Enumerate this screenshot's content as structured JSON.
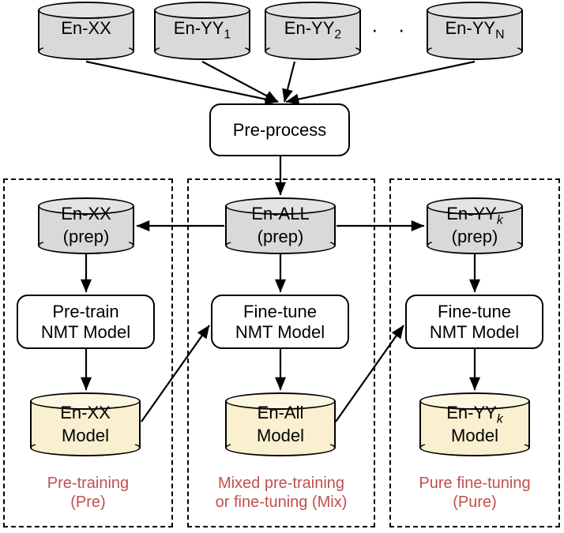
{
  "diagram": {
    "title": "NMT training strategies pipeline",
    "colors": {
      "corpus_fill": "#d9d9d9",
      "model_fill": "#faefcf",
      "caption_red": "#c0504d",
      "stroke": "#000000"
    },
    "sources": [
      {
        "name": "source-en-xx",
        "label": "En-XX",
        "sub": ""
      },
      {
        "name": "source-en-yy1",
        "label": "En-YY",
        "sub": "1"
      },
      {
        "name": "source-en-yy2",
        "label": "En-YY",
        "sub": "2"
      },
      {
        "name": "source-en-yyn",
        "label": "En-YY",
        "sub": "N"
      }
    ],
    "ellipsis": "· · ·",
    "preprocess": {
      "label": "Pre-process"
    },
    "prep_corpora": [
      {
        "name": "prep-en-xx",
        "line1": "En-XX",
        "sub": "",
        "line2": "(prep)"
      },
      {
        "name": "prep-en-all",
        "line1": "En-ALL",
        "sub": "",
        "line2": "(prep)"
      },
      {
        "name": "prep-en-yyk",
        "line1": "En-YY",
        "sub": "k",
        "line2": "(prep)"
      }
    ],
    "train_boxes": [
      {
        "name": "pre-train-nmt-model",
        "line1": "Pre-train",
        "line2": "NMT Model"
      },
      {
        "name": "fine-tune-nmt-model-mix",
        "line1": "Fine-tune",
        "line2": "NMT Model"
      },
      {
        "name": "fine-tune-nmt-model-pure",
        "line1": "Fine-tune",
        "line2": "NMT Model"
      }
    ],
    "output_models": [
      {
        "name": "model-en-xx",
        "line1": "En-XX",
        "sub": "",
        "line2": "Model"
      },
      {
        "name": "model-en-all",
        "line1": "En-All",
        "sub": "",
        "line2": "Model"
      },
      {
        "name": "model-en-yyk",
        "line1": "En-YY",
        "sub": "k",
        "line2": "Model"
      }
    ],
    "captions": [
      {
        "name": "caption-pre",
        "line1": "Pre-training",
        "line2": "(Pre)"
      },
      {
        "name": "caption-mix",
        "line1": "Mixed pre-training",
        "line2": "or fine-tuning (Mix)"
      },
      {
        "name": "caption-pure",
        "line1": "Pure fine-tuning",
        "line2": "(Pure)"
      }
    ]
  }
}
